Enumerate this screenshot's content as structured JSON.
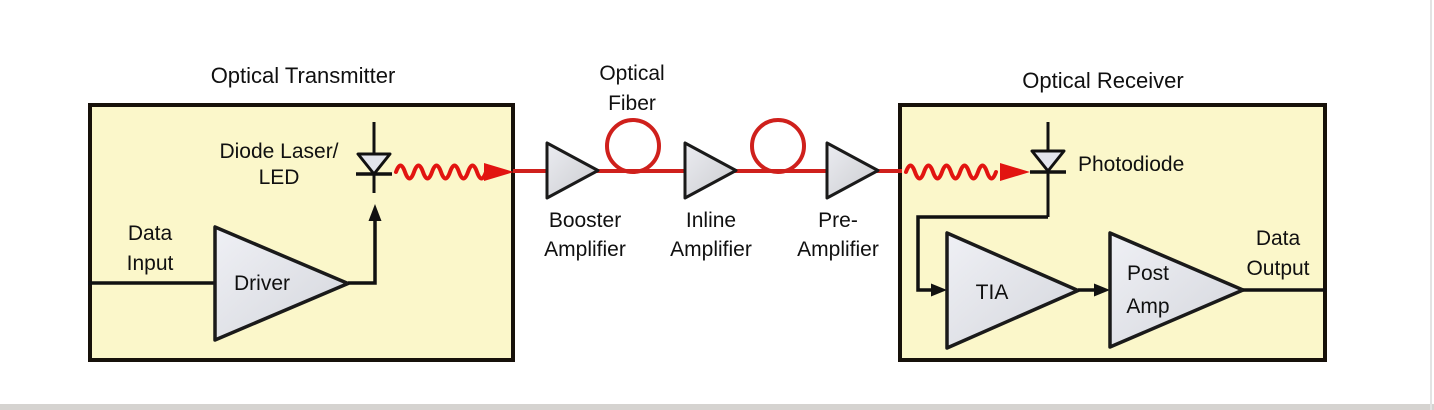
{
  "diagram": {
    "transmitter": {
      "title": "Optical Transmitter",
      "diode_label_line1": "Diode Laser/",
      "diode_label_line2": "LED",
      "input_label_line1": "Data",
      "input_label_line2": "Input",
      "driver_label": "Driver"
    },
    "link": {
      "fiber_label_line1": "Optical",
      "fiber_label_line2": "Fiber",
      "amplifiers": [
        {
          "line1": "Booster",
          "line2": "Amplifier"
        },
        {
          "line1": "Inline",
          "line2": "Amplifier"
        },
        {
          "line1": "Pre-",
          "line2": "Amplifier"
        }
      ]
    },
    "receiver": {
      "title": "Optical Receiver",
      "photodiode_label": "Photodiode",
      "tia_label": "TIA",
      "postamp_label_line1": "Post",
      "postamp_label_line2": "Amp",
      "output_label_line1": "Data",
      "output_label_line2": "Output"
    },
    "colors": {
      "box_fill": "#FBF7CA",
      "box_border": "#17110A",
      "signal_red": "#CF201C",
      "wave_red": "#E21410",
      "amp_fill_light": "#EBECF1",
      "amp_fill_dark": "#CBCCD0",
      "wire_black": "#111111"
    }
  }
}
